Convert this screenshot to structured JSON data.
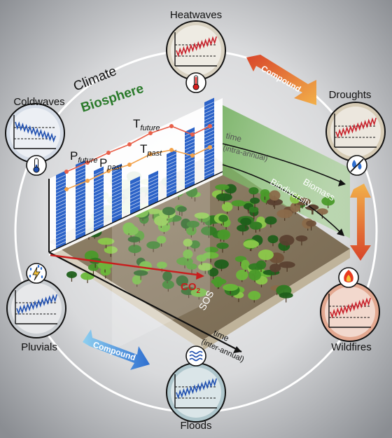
{
  "labels": {
    "climate": "Climate",
    "biosphere": "Biosphere",
    "heatwaves": "Heatwaves",
    "droughts": "Droughts",
    "wildfires": "Wildfires",
    "floods": "Floods",
    "pluvials": "Pluvials",
    "coldwaves": "Coldwaves",
    "compound_top": "Compound",
    "compound_bottom": "Compound",
    "biomass": "Biomass",
    "biodiversity": "Biodiversity",
    "time_intra": "time",
    "time_intra_sub": "(intra-annual)",
    "time_inter": "time",
    "time_inter_sub": "(inter-annual)",
    "sos": "SOS",
    "co2": "CO",
    "co2_sub": "2",
    "p_future": "P",
    "p_future_sub": "future",
    "p_past": "P",
    "p_past_sub": "past",
    "t_future": "T",
    "t_future_sub": "future",
    "t_past": "T",
    "t_past_sub": "past"
  },
  "colors": {
    "background_outer": "#8e9196",
    "background_inner": "#e6e7e8",
    "bar_blue": "#2c63c8",
    "t_future_line": "#e8604a",
    "t_past_line": "#f2a24a",
    "biosphere_green": "#2a7a2a",
    "heat_red": "#c8202a",
    "cold_blue": "#1f4fb0"
  },
  "icons": [
    "thermometer-hot-icon",
    "thermometer-cold-icon",
    "drought-drops-icon",
    "fire-icon",
    "waves-icon",
    "storm-icon"
  ]
}
